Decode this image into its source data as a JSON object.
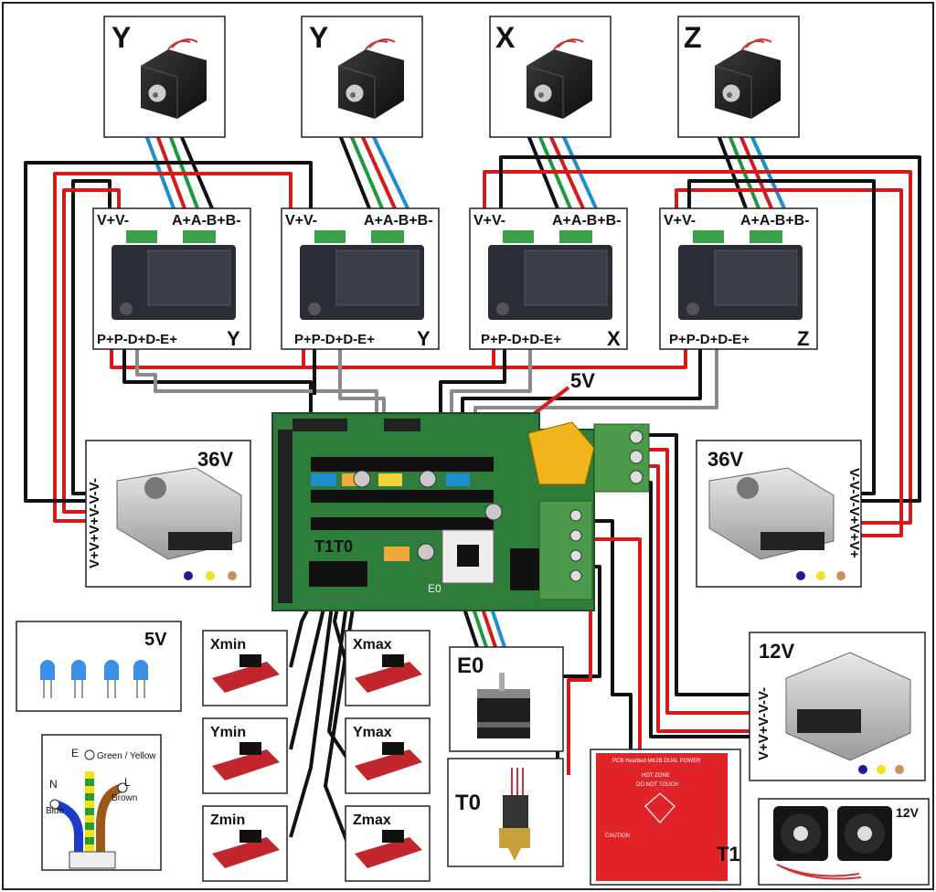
{
  "motors": [
    {
      "axis": "Y"
    },
    {
      "axis": "Y"
    },
    {
      "axis": "X"
    },
    {
      "axis": "Z"
    }
  ],
  "drivers": [
    {
      "power_pins": "V+V-",
      "coil_pins": "A+A-B+B-",
      "signal_pins": "P+P-D+D-E+",
      "axis": "Y"
    },
    {
      "power_pins": "V+V-",
      "coil_pins": "A+A-B+B-",
      "signal_pins": "P+P-D+D-E+",
      "axis": "Y"
    },
    {
      "power_pins": "V+V-",
      "coil_pins": "A+A-B+B-",
      "signal_pins": "P+P-D+D-E+",
      "axis": "X"
    },
    {
      "power_pins": "V+V-",
      "coil_pins": "A+A-B+B-",
      "signal_pins": "P+P-D+D-E+",
      "axis": "Z"
    }
  ],
  "logic_voltage": "5V",
  "psu_left": {
    "voltage": "36V",
    "pins": "V+V+V+V-V-V-"
  },
  "psu_right": {
    "voltage": "36V",
    "pins": "V-V-V-V+V+V+"
  },
  "psu_12v": {
    "voltage": "12V",
    "pins": "V+V+V-V-V-"
  },
  "board_labels": {
    "t1t0": "T1T0",
    "e0": "E0"
  },
  "leds": {
    "voltage": "5V"
  },
  "mains": {
    "earth": "E",
    "earth_color": "Green / Yellow",
    "neutral": "N",
    "neutral_color": "Blue",
    "live": "L",
    "live_color": "Brown"
  },
  "endstops": [
    {
      "name": "Xmin"
    },
    {
      "name": "Xmax"
    },
    {
      "name": "Ymin"
    },
    {
      "name": "Ymax"
    },
    {
      "name": "Zmin"
    },
    {
      "name": "Zmax"
    }
  ],
  "extruder_motor": {
    "label": "E0"
  },
  "hotend": {
    "label": "T0"
  },
  "heatbed": {
    "label": "T1",
    "title": "PCB Heatbed MK2B DUAL POWER",
    "hot_zone": "HOT ZONE",
    "do_not_touch": "DO NOT TOUCH",
    "caution": "CAUTION"
  },
  "fans": {
    "voltage": "12V"
  },
  "colors": {
    "red": "#d41a1a",
    "black": "#111111",
    "gray": "#8a8a8a",
    "green": "#1f9a3a",
    "blue": "#1d8fd1",
    "board": "#2e7d3a",
    "driver": "#2a2d33",
    "endstop": "#c0262b",
    "heatbed": "#e0242a"
  }
}
